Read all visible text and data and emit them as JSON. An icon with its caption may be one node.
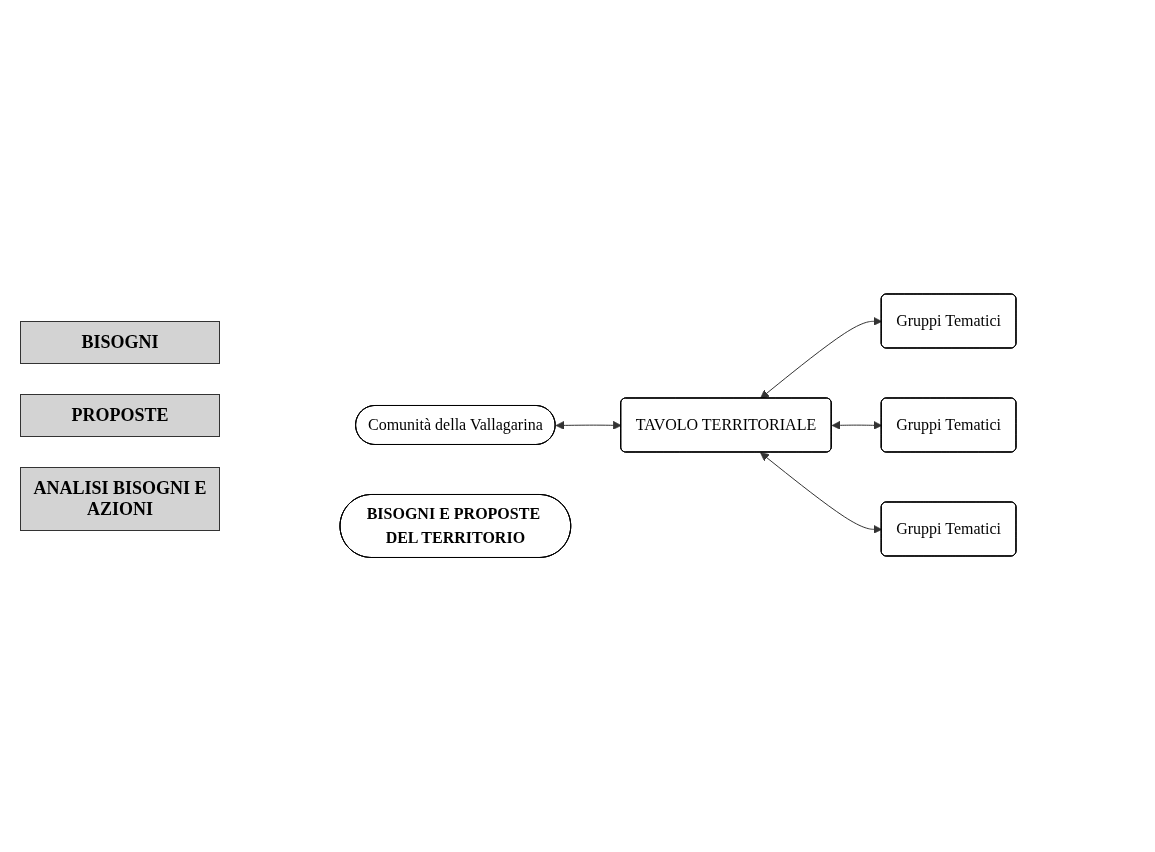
{
  "diagram": {
    "nodes": [
      {
        "text": [
          "Comunità della Vallagarina"
        ]
      },
      {
        "text": [
          "TAVOLO TERRITORIALE"
        ]
      },
      {
        "text": [
          "Gruppi Tematici"
        ]
      },
      {
        "text": [
          "Gruppi Tematici"
        ]
      },
      {
        "text": [
          "Gruppi Tematici"
        ]
      },
      {
        "text": [
          "BISOGNI E PROPOSTE DEL TERRITORIO"
        ]
      }
    ],
    "edges": [
      {
        "from": 0,
        "to": 1,
        "arrow": "both"
      },
      {
        "from": 1,
        "to": 2,
        "arrow": "both"
      },
      {
        "from": 1,
        "to": 3,
        "arrow": "both"
      },
      {
        "from": 1,
        "to": 4,
        "arrow": "both"
      }
    ],
    "labels": [
      "BISOGNI",
      "PROPOSTE",
      "ANALISI BISOGNI E AZIONI"
    ]
  }
}
